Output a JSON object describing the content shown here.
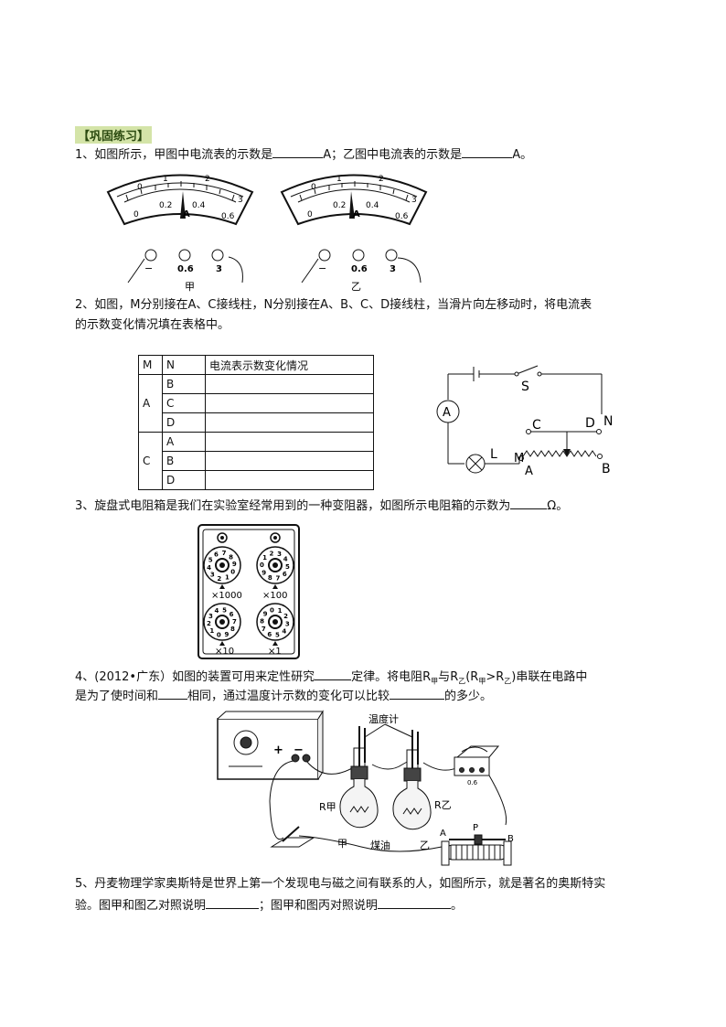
{
  "section_title": "【巩固练习】",
  "q1": {
    "text_a": "1、如图所示，甲图中电流表的示数是",
    "text_b": "A；乙图中电流表的示数是",
    "text_c": "A。",
    "meters": [
      {
        "caption": "甲",
        "top_ticks": [
          "0",
          "1",
          "2",
          "3"
        ],
        "bottom_ticks": [
          "0",
          "0.2",
          "0.4",
          "0.6"
        ],
        "unit": "A",
        "terminals": [
          "−",
          "0.6",
          "3"
        ]
      },
      {
        "caption": "乙",
        "top_ticks": [
          "0",
          "1",
          "2",
          "3"
        ],
        "bottom_ticks": [
          "0",
          "0.2",
          "0.4",
          "0.6"
        ],
        "unit": "A",
        "terminals": [
          "−",
          "0.6",
          "3"
        ]
      }
    ]
  },
  "q2": {
    "line1": "2、如图，M分别接在A、C接线柱，N分别接在A、B、C、D接线柱，当滑片向左移动时，将电流表",
    "line2": "的示数变化情况填在表格中。",
    "table_headers": [
      "M",
      "N",
      "电流表示数变化情况"
    ],
    "groups": [
      {
        "m": "A",
        "n": [
          "B",
          "C",
          "D"
        ]
      },
      {
        "m": "C",
        "n": [
          "A",
          "B",
          "D"
        ]
      }
    ],
    "circuit_labels": {
      "ammeter": "A",
      "switch": "S",
      "c": "C",
      "d": "D",
      "n": "N",
      "lamp": "L",
      "m": "M",
      "a": "A",
      "b": "B"
    }
  },
  "q3": {
    "text_a": "3、旋盘式电阻箱是我们在实验室经常用到的一种变阻器，如图所示电阻箱的示数为",
    "text_b": "Ω。",
    "dials": [
      "×1000",
      "×100",
      "×10",
      "×1"
    ],
    "dial_digits": [
      "0",
      "1",
      "2",
      "3",
      "4",
      "5",
      "6",
      "7",
      "8",
      "9"
    ]
  },
  "q4": {
    "line1_a": "4、(2012•广东）如图的装置可用来定性研究",
    "line1_b": "定律。将电阻",
    "r_a": "R",
    "r_a_sub": "甲",
    "line1_c": "与",
    "r_b": "R",
    "r_b_sub": "乙",
    "line1_d": "(R",
    "line1_e": "甲",
    "line1_f": ">R",
    "line1_g": "乙",
    "line1_h": ")串联在电路中",
    "line2_a": "是为了使时间和",
    "line2_b": "相同，通过温度计示数的变化可以比较",
    "line2_c": "的多少。",
    "figure_labels": {
      "thermometer": "温度计",
      "r_jia": "R甲",
      "r_yi": "R乙",
      "jia": "甲",
      "kerosene": "煤油",
      "yi": "乙",
      "a": "A",
      "p": "P",
      "b": "B",
      "plus": "+",
      "minus": "−",
      "meter_range": "0.6"
    }
  },
  "q5": {
    "line1": "5、丹麦物理学家奥斯特是世界上第一个发现电与磁之间有联系的人，如图所示，就是著名的奥斯特实",
    "line2_a": "验。图甲和图乙对照说明",
    "line2_b": "；图甲和图丙对照说明",
    "line2_c": "。"
  }
}
